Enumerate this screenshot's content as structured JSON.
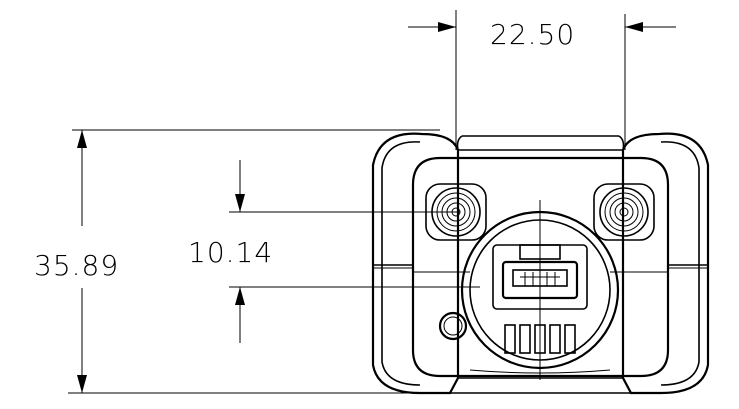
{
  "dimensions": {
    "width_label": "22.50",
    "height_label": "35.89",
    "offset_label": "10.14"
  }
}
